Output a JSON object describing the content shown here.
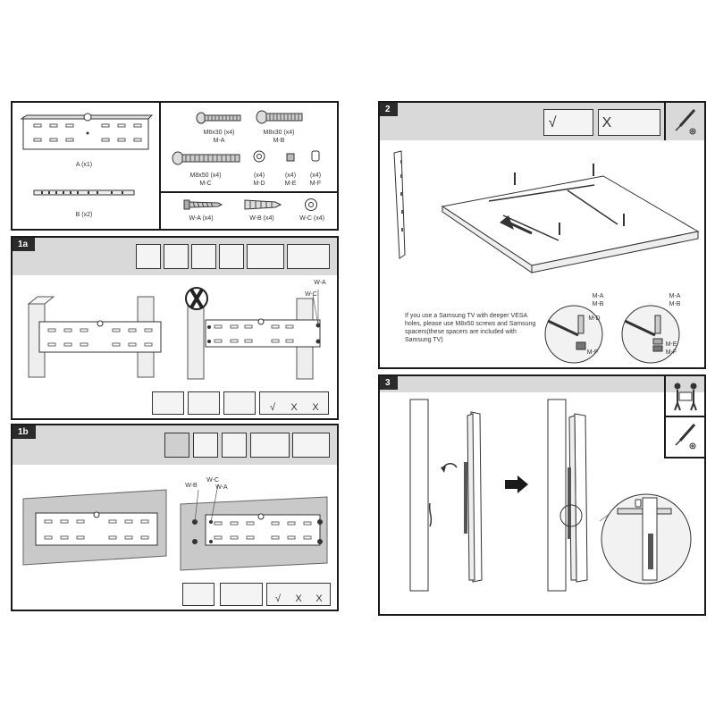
{
  "parts": {
    "plate_a": "A (x1)",
    "rail_b": "B (x2)",
    "m_a": {
      "size": "M6x30 (x4)",
      "code": "M-A"
    },
    "m_b": {
      "size": "M8x30 (x4)",
      "code": "M-B"
    },
    "m_c": {
      "size": "M8x50 (x4)",
      "code": "M-C"
    },
    "m_d": {
      "qty": "(x4)",
      "code": "M-D"
    },
    "m_e": {
      "qty": "(x4)",
      "code": "M-E"
    },
    "m_f": {
      "qty": "(x4)",
      "code": "M-F"
    },
    "w_a": "W-A (x4)",
    "w_b": "W-B (x4)",
    "w_c": "W-C (x4)"
  },
  "step1a": {
    "label": "1a",
    "w_a": "W-A",
    "w_c": "W-C",
    "check_ok": "√",
    "check_x1": "X",
    "check_x2": "X"
  },
  "step1b": {
    "label": "1b",
    "w_b": "W-B",
    "w_c": "W-C",
    "w_a": "W-A",
    "check_ok": "√",
    "check_x1": "X",
    "check_x2": "X"
  },
  "step2": {
    "label": "2",
    "note": "If you use a Samsung TV with deeper VESA holes, please use M8x50 screws and Samsung spacers(these spacers are included with Samsung TV)",
    "left_a": "M-A",
    "left_b": "M-B",
    "left_d": "M-D",
    "left_f": "M-F",
    "right_a": "M-A",
    "right_b": "M-B",
    "right_e": "M-E",
    "right_f": "M-F",
    "icon_check": "√",
    "icon_cross": "X"
  },
  "step3": {
    "label": "3"
  }
}
